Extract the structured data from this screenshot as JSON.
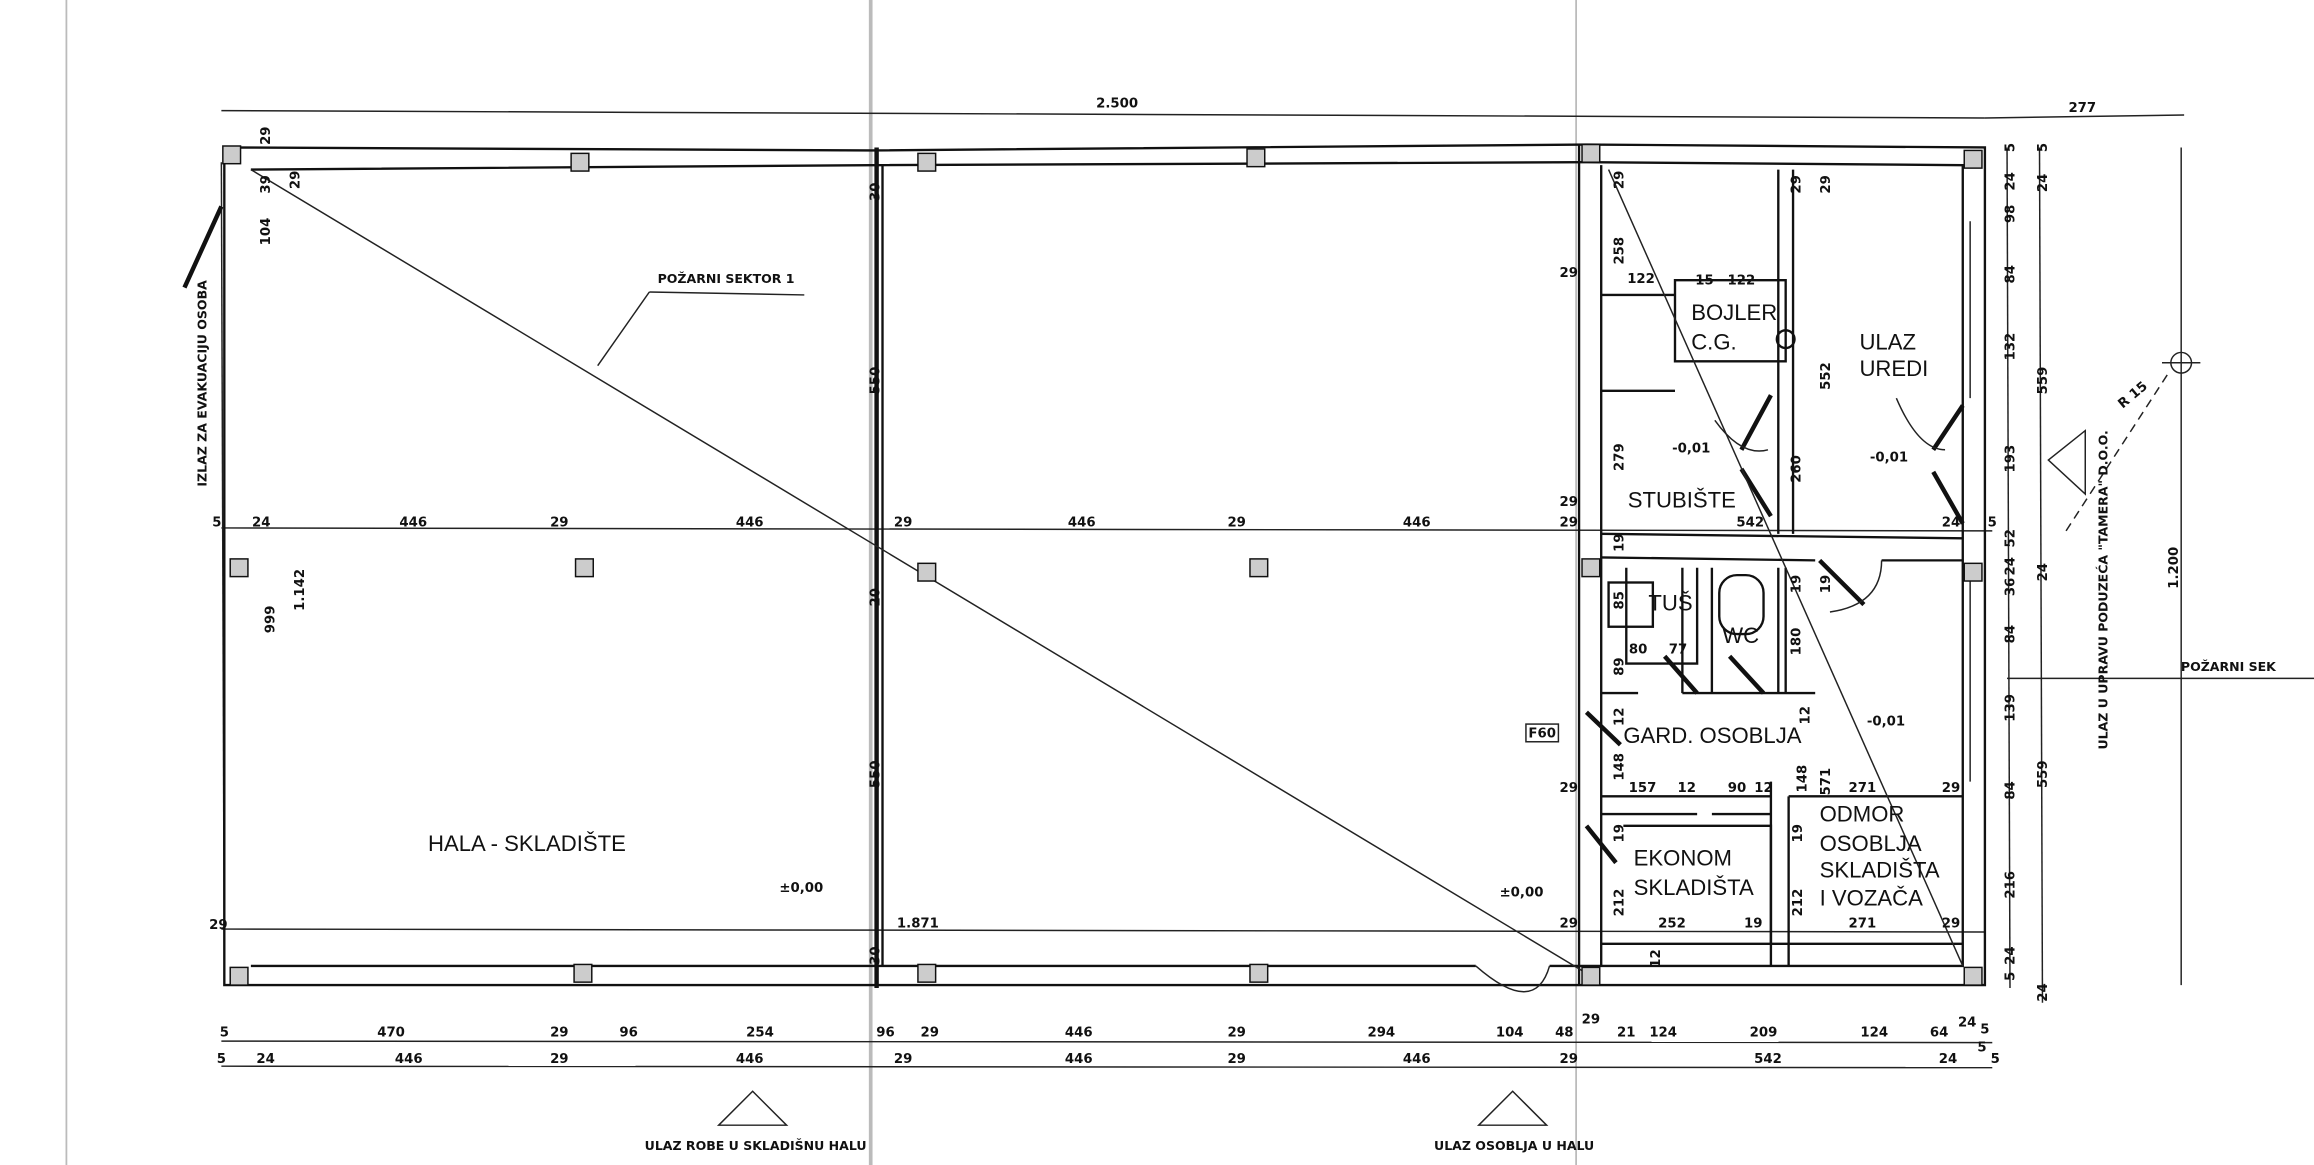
{
  "drawing": {
    "fire_sector_label": "POŽARNI SEKTOR 1",
    "fire_sector_right": "POŽARNI SEK",
    "hall_label": "HALA - SKLADIŠTE",
    "evac_exit": "IZLAZ ZA EVAKUACIJU OSOBA",
    "goods_entrance": "ULAZ ROBE U SKLADIŠNU HALU",
    "staff_entrance": "ULAZ OSOBLJA U HALU",
    "office_entrance": "ULAZ U UPRAVU PODUZEĆA \"TAMERA\" D.O.O.",
    "radius": "R 15",
    "fire_door": "F60",
    "levels": [
      "±0,00",
      "±0,00",
      "-0,01",
      "-0,01",
      "-0,01"
    ],
    "rooms": [
      "BOJLER",
      "C.G.",
      "ULAZ",
      "UREDI",
      "STUBIŠTE",
      "TUŠ",
      "WC",
      "GARD. OSOBLJA",
      "EKONOM",
      "SKLADIŠTA",
      "ODMOR",
      "OSOBLJA",
      "SKLADIŠTA",
      "I VOZAČA"
    ]
  },
  "dims": {
    "top": [
      "2.500",
      "277"
    ],
    "middle_row": [
      "5",
      "24",
      "446",
      "29",
      "446",
      "29",
      "446",
      "29",
      "446",
      "29",
      "542",
      "24",
      "5"
    ],
    "bottom_row1": [
      "5",
      "470",
      "29",
      "96",
      "254",
      "96",
      "29",
      "446",
      "29",
      "294",
      "104",
      "48",
      "29",
      "21",
      "124",
      "209",
      "124",
      "64",
      "24",
      "5"
    ],
    "bottom_row2": [
      "5",
      "24",
      "446",
      "29",
      "446",
      "29",
      "446",
      "29",
      "446",
      "29",
      "542",
      "24",
      "5",
      "5"
    ],
    "left": [
      "29",
      "39",
      "104",
      "29",
      "999",
      "1.142",
      "29"
    ],
    "center_column": [
      "30",
      "550",
      "20",
      "550",
      "30",
      "1.871"
    ],
    "right_outer": [
      "5",
      "24",
      "98",
      "84",
      "132",
      "193",
      "52",
      "24",
      "36",
      "84",
      "139",
      "84",
      "216",
      "24",
      "5"
    ],
    "right_second": [
      "5",
      "24",
      "559",
      "24",
      "559",
      "24"
    ],
    "right_total": "1.200",
    "rooms": [
      "29",
      "258",
      "29",
      "122",
      "15",
      "122",
      "29",
      "29",
      "552",
      "279",
      "260",
      "19",
      "29",
      "85",
      "80",
      "77",
      "89",
      "19",
      "180",
      "19",
      "12",
      "148",
      "148",
      "12",
      "157",
      "12",
      "90",
      "12",
      "571",
      "271",
      "29",
      "29",
      "19",
      "19",
      "212",
      "212",
      "252",
      "19",
      "271",
      "29",
      "29",
      "12"
    ]
  }
}
